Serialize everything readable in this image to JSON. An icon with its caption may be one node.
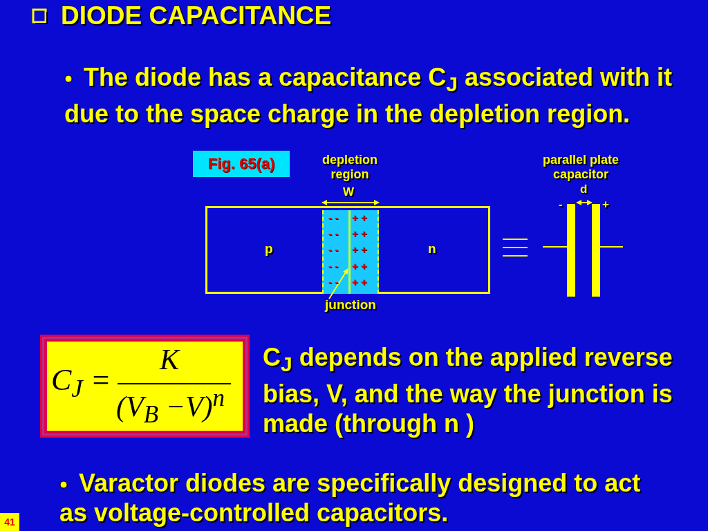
{
  "diagram": {
    "title": "DIODE CAPACITANCE",
    "nodes": [
      {
        "text": [
          "Fig. 65(a)"
        ]
      },
      {
        "text": [],
        "shape": "box"
      },
      {
        "text": [],
        "shape": "box",
        "in": 1
      },
      {
        "text": [],
        "shape": "bar",
        "in": 2
      },
      {
        "text": [
          "junction"
        ]
      },
      {
        "text": [
          "C$_{J}$ =",
          "K",
          "(V$_{B}$ −V)$^{n}$"
        ]
      }
    ],
    "edges": [
      {
        "from": 4,
        "to": 3,
        "arrow": "to"
      }
    ],
    "labels": [
      "The diode has a capacitance C$_{J}$ associated with it due to the space charge in the depletion region.",
      "depletion region",
      "parallel plate capacitor",
      "W",
      "d",
      "-",
      "+",
      "- -",
      "+ +",
      "- -",
      "+ +",
      "p",
      "- -",
      "+ +",
      "n",
      "- -",
      "+ +",
      "- -",
      "+ +",
      "C$_{J}$ depends on the applied reverse bias, V, and the way the junction is made (through n )",
      "Varactor diodes are specifically designed to act as voltage-controlled capacitors.",
      "41"
    ]
  }
}
